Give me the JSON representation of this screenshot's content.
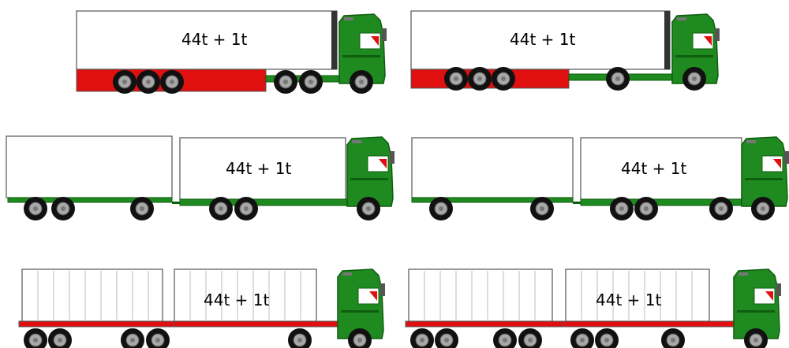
{
  "labels": {
    "r1a": "44t + 1t",
    "r1b": "44t + 1t",
    "r2a": "44t + 1t",
    "r2b": "44t + 1t",
    "r3a": "44t + 1t",
    "r3b": "44t + 1t"
  },
  "colors": {
    "cab_green": "#1f8a1f",
    "cab_dark": "#0f5d0f",
    "trailer_red": "#e01010",
    "tyre": "#111111",
    "rim": "#a8a8a8",
    "body_white": "#ffffff",
    "outline": "#555555"
  }
}
